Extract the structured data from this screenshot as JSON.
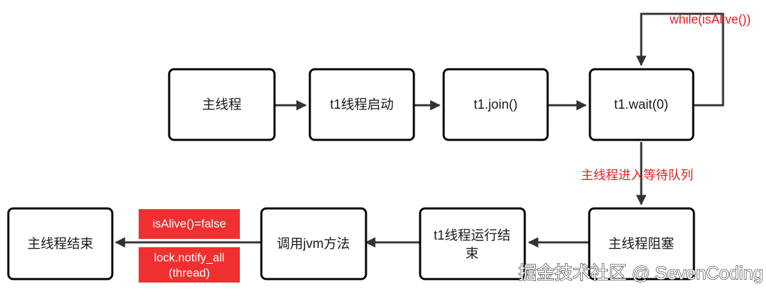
{
  "nodes": {
    "main_thread": "主线程",
    "t1_start": "t1线程启动",
    "t1_join": "t1.join()",
    "t1_wait": "t1.wait(0)",
    "main_blocked": "主线程阻塞",
    "t1_finished_line1": "t1线程运行结",
    "t1_finished_line2": "束",
    "call_jvm": "调用jvm方法",
    "main_end": "主线程结束"
  },
  "labels": {
    "loop": "while(isAlive())",
    "enter_queue": "主线程进入等待队列"
  },
  "notes": {
    "is_alive_false": "isAlive()=false",
    "notify_all_line1": "lock.notify_all",
    "notify_all_line2": "(thread)"
  },
  "watermark": "掘金技术社区 @ SevenCoding",
  "colors": {
    "label_red": "#e02020",
    "note_bg": "#f03030",
    "edge": "#333333",
    "box_border": "#000000"
  }
}
